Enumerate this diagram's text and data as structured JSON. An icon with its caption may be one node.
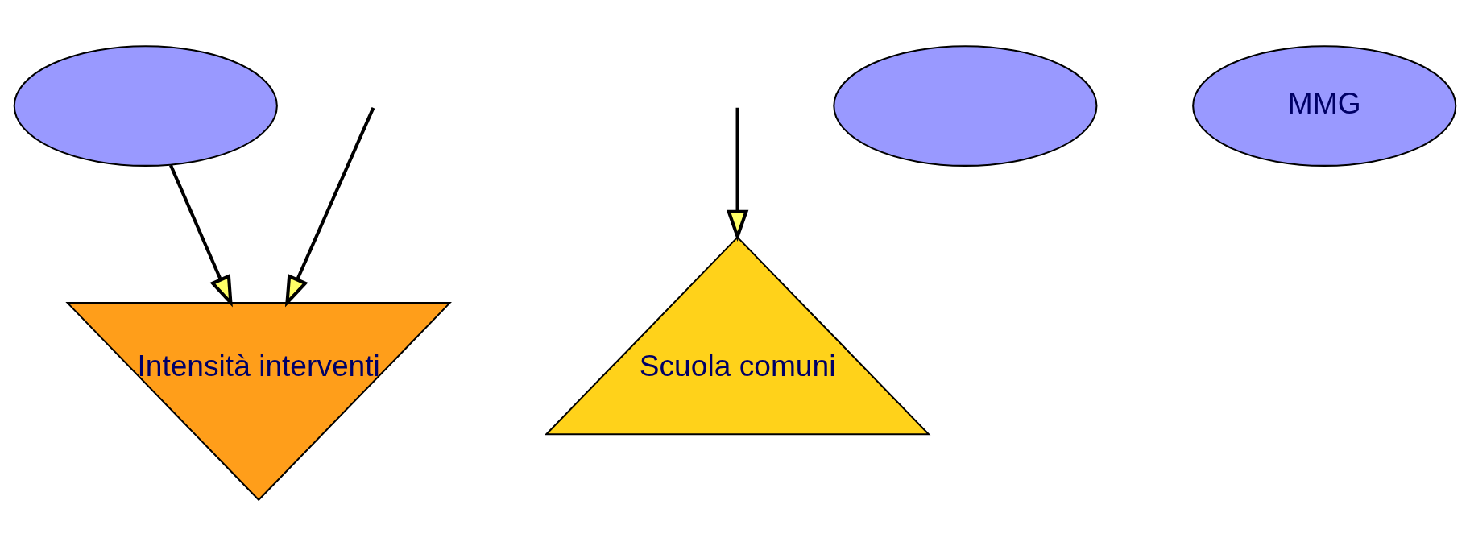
{
  "diagram": {
    "nodes": [
      {
        "text": [],
        "shape": "ellipse"
      },
      {
        "text": [
          "Intensità interventi"
        ]
      },
      {
        "text": [
          "Scuola comuni"
        ]
      },
      {
        "text": [],
        "shape": "ellipse"
      },
      {
        "text": [
          "MMG"
        ]
      }
    ],
    "edges": [
      {
        "from": 0,
        "to": 1,
        "arrow": "to"
      },
      {
        "from": null,
        "to": 2,
        "arrow": "to"
      },
      {
        "from": null,
        "to": 1,
        "arrow": "to"
      }
    ]
  }
}
